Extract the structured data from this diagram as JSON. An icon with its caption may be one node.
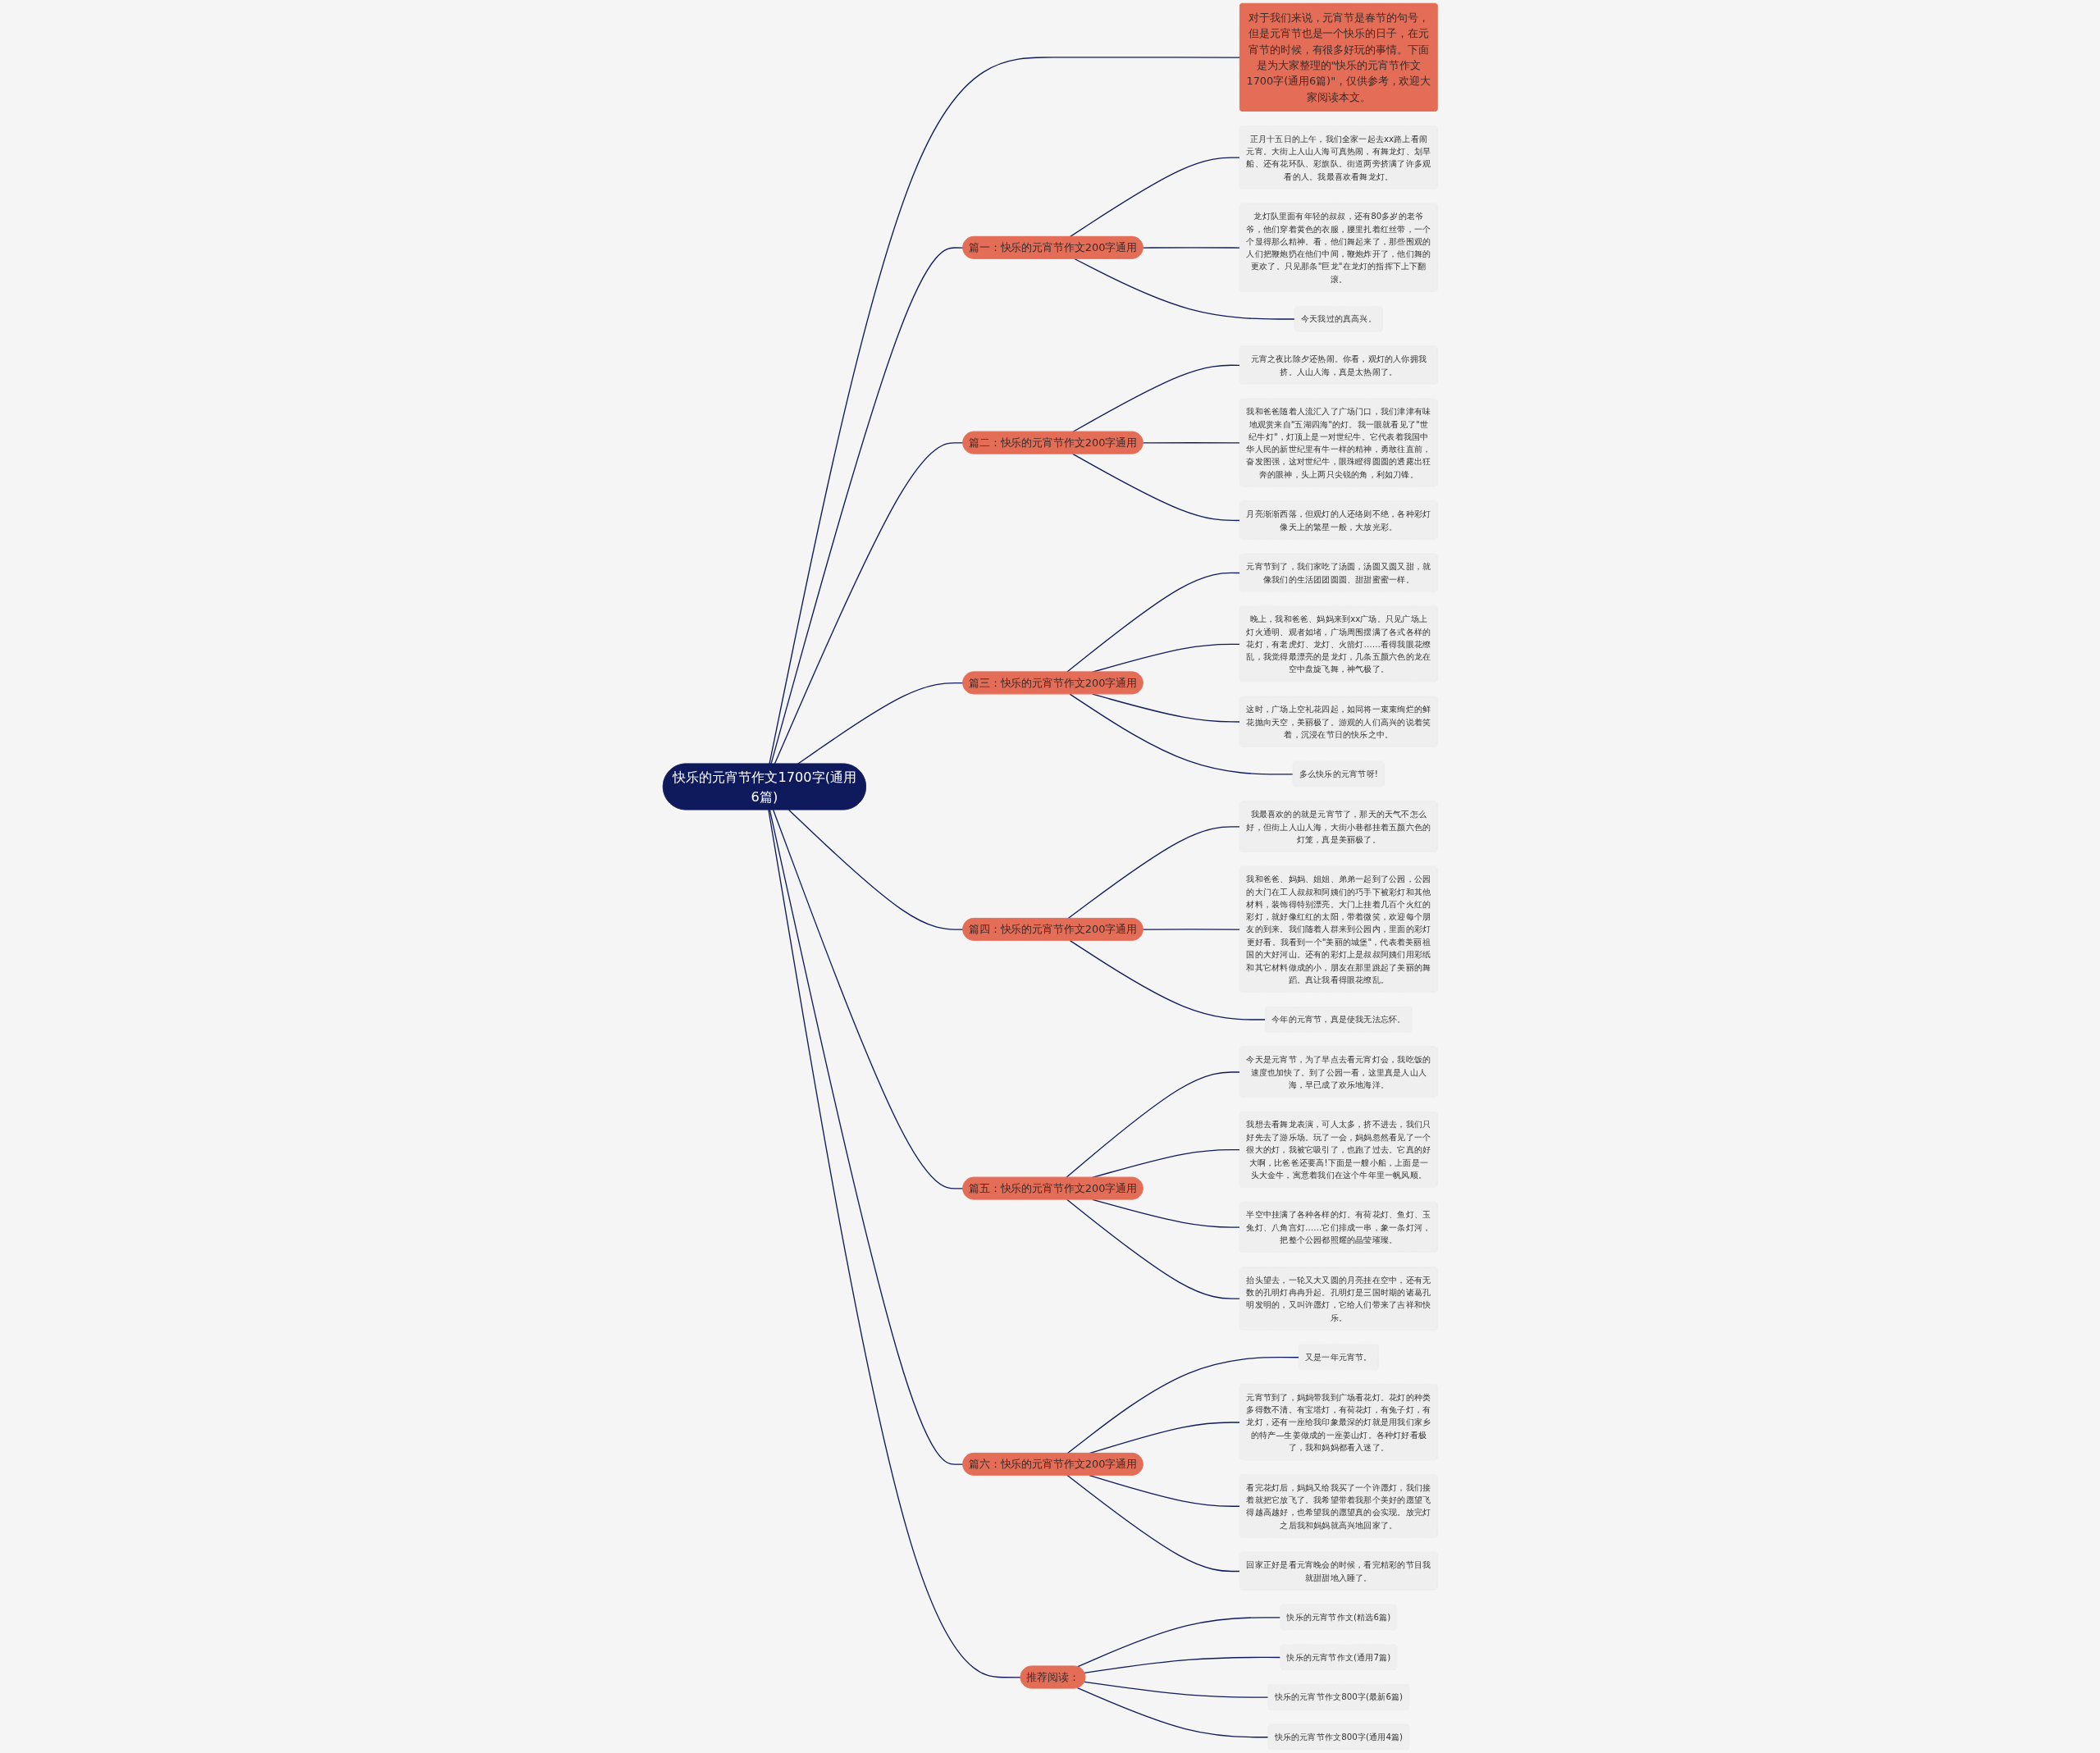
{
  "diagram": {
    "nodes": [
      {
        "text": [
          "快乐的元宵节作文1700字(通用6篇)"
        ]
      },
      {
        "text": [
          "对于我们来说，元宵节是春节的句号，但是元宵节也是一个快乐的日子，在元宵节的时候，有很多好玩的事情。下面是为大家整理的\"快乐的元宵节作文1700字(通用6篇)\"，仅供参考，欢迎大家阅读本文。"
        ]
      },
      {
        "text": [
          "篇一：快乐的元宵节作文200字通用"
        ]
      },
      {
        "text": [
          "正月十五日的上午，我们全家一起去xx路上看闹元宵。大街上人山人海可真热闹，有舞龙灯、划旱船、还有花环队、彩旗队。街道两旁挤满了许多观看的人。我最喜欢看舞龙灯。"
        ]
      },
      {
        "text": [
          "龙灯队里面有年轻的叔叔，还有80多岁的老爷爷，他们穿着黄色的衣服，腰里扎着红丝带，一个个显得那么精神。看，他们舞起来了，那些围观的人们把鞭炮扔在他们中间，鞭炮炸开了，他们舞的更欢了。只见那条\"巨龙\"在龙灯的指挥下上下翻滚。"
        ]
      },
      {
        "text": [
          "今天我过的真高兴。"
        ]
      },
      {
        "text": [
          "篇二：快乐的元宵节作文200字通用"
        ]
      },
      {
        "text": [
          "元宵之夜比除夕还热闹。你看，观灯的人你拥我挤。人山人海，真是太热闹了。"
        ]
      },
      {
        "text": [
          "我和爸爸随着人流汇入了广场门口，我们津津有味地观赏来自\"五湖四海\"的灯。我一眼就看见了\"世纪牛灯\"，灯顶上是一对世纪牛。它代表着我国中华人民的新世纪里有牛一样的精神，勇敢往直前，奋发图强，这对世纪牛，眼珠瞪得圆圆的透露出狂奔的眼神，头上两只尖锐的角，利如刀锋。"
        ]
      },
      {
        "text": [
          "月亮渐渐西落，但观灯的人还络则不绝，各种彩灯像天上的繁星一般，大放光彩。"
        ]
      },
      {
        "text": [
          "篇三：快乐的元宵节作文200字通用"
        ]
      },
      {
        "text": [
          "元宵节到了，我们家吃了汤圆，汤圆又圆又甜，就像我们的生活团团圆圆、甜甜蜜蜜一样。"
        ]
      },
      {
        "text": [
          "晚上，我和爸爸、妈妈来到xx广场。只见广场上灯火通明、观者如堵，广场周围摆满了各式各样的花灯，有老虎灯、龙灯、火箭灯……看得我眼花缭乱，我觉得最漂亮的是龙灯，几条五颜六色的龙在空中盘旋飞舞，神气极了。"
        ]
      },
      {
        "text": [
          "这时，广场上空礼花四起，如同将一束束绚烂的鲜花抛向天空，美丽极了。游观的人们高兴的说着笑着，沉浸在节日的快乐之中。"
        ]
      },
      {
        "text": [
          "多么快乐的元宵节呀!"
        ]
      },
      {
        "text": [
          "篇四：快乐的元宵节作文200字通用"
        ]
      },
      {
        "text": [
          "我最喜欢的的就是元宵节了，那天的天气不怎么好，但街上人山人海，大街小巷都挂着五颜六色的灯笼，真是美丽极了。"
        ]
      },
      {
        "text": [
          "我和爸爸、妈妈、姐姐、弟弟一起到了公园，公园的大门在工人叔叔和阿姨们的巧手下被彩灯和其他材料，装饰得特别漂亮。大门上挂着几百个火红的彩灯，就好像红红的太阳，带着微笑，欢迎每个朋友的到来。我们随着人群来到公园内，里面的彩灯更好看。我看到一个\"美丽的城堡\"，代表着美丽祖国的大好河山。还有的彩灯上是叔叔阿姨们用彩纸和其它材料做成的小，朋友在那里跳起了美丽的舞蹈。真让我看得眼花缭乱。"
        ]
      },
      {
        "text": [
          "今年的元宵节，真是使我无法忘怀。"
        ]
      },
      {
        "text": [
          "篇五：快乐的元宵节作文200字通用"
        ]
      },
      {
        "text": [
          "今天是元宵节，为了早点去看元宵灯会，我吃饭的速度也加快了。到了公园一看，这里真是人山人海，早已成了欢乐地海洋。"
        ]
      },
      {
        "text": [
          "我想去看舞龙表演，可人太多，挤不进去，我们只好先去了游乐场。玩了一会，妈妈忽然看见了一个很大的灯，我被它吸引了，也跑了过去。它真的好大啊，比爸爸还要高!下面是一艘小船，上面是一头大金牛，寓意着我们在这个牛年里一帆风顺。"
        ]
      },
      {
        "text": [
          "半空中挂满了各种各样的灯。有荷花灯、鱼灯、玉兔灯、八角宫灯……它们排成一串，象一条灯河，把整个公园都照耀的晶莹璀璨。"
        ]
      },
      {
        "text": [
          "抬头望去，一轮又大又圆的月亮挂在空中，还有无数的孔明灯冉冉升起。孔明灯是三国时期的诸葛孔明发明的，又叫许愿灯，它给人们带来了吉祥和快乐。"
        ]
      },
      {
        "text": [
          "篇六：快乐的元宵节作文200字通用"
        ]
      },
      {
        "text": [
          "又是一年元宵节。"
        ]
      },
      {
        "text": [
          "元宵节到了，妈妈带我到广场看花灯。花灯的种类多得数不清。有宝塔灯，有荷花灯，有兔子灯，有龙灯，还有一座给我印象最深的灯就是用我们家乡的特产—生姜做成的一座姜山灯。各种灯好看极了，我和妈妈都看入迷了。"
        ]
      },
      {
        "text": [
          "看完花灯后，妈妈又给我买了一个许愿灯，我们接着就把它放飞了。我希望带着我那个美好的愿望飞得越高越好，也希望我的愿望真的会实现。放完灯之后我和妈妈就高兴地回家了。"
        ]
      },
      {
        "text": [
          "回家正好是看元宵晚会的时候，看完精彩的节目我就甜甜地入睡了。"
        ]
      },
      {
        "text": [
          "推荐阅读："
        ]
      },
      {
        "text": [
          "快乐的元宵节作文(精选6篇)"
        ]
      },
      {
        "text": [
          "快乐的元宵节作文(通用7篇)"
        ]
      },
      {
        "text": [
          "快乐的元宵节作文800字(最新6篇)"
        ]
      },
      {
        "text": [
          "快乐的元宵节作文800字(通用4篇)"
        ]
      }
    ],
    "edges": [
      {
        "from": 0,
        "to": 1,
        "arrow": "none"
      },
      {
        "from": 0,
        "to": 2,
        "arrow": "none"
      },
      {
        "from": 2,
        "to": 3,
        "arrow": "none"
      },
      {
        "from": 2,
        "to": 4,
        "arrow": "none"
      },
      {
        "from": 2,
        "to": 5,
        "arrow": "none"
      },
      {
        "from": 0,
        "to": 6,
        "arrow": "none"
      },
      {
        "from": 6,
        "to": 7,
        "arrow": "none"
      },
      {
        "from": 6,
        "to": 8,
        "arrow": "none"
      },
      {
        "from": 6,
        "to": 9,
        "arrow": "none"
      },
      {
        "from": 0,
        "to": 10,
        "arrow": "none"
      },
      {
        "from": 10,
        "to": 11,
        "arrow": "none"
      },
      {
        "from": 10,
        "to": 12,
        "arrow": "none"
      },
      {
        "from": 10,
        "to": 13,
        "arrow": "none"
      },
      {
        "from": 10,
        "to": 14,
        "arrow": "none"
      },
      {
        "from": 0,
        "to": 15,
        "arrow": "none"
      },
      {
        "from": 15,
        "to": 16,
        "arrow": "none"
      },
      {
        "from": 15,
        "to": 17,
        "arrow": "none"
      },
      {
        "from": 15,
        "to": 18,
        "arrow": "none"
      },
      {
        "from": 0,
        "to": 19,
        "arrow": "none"
      },
      {
        "from": 19,
        "to": 20,
        "arrow": "none"
      },
      {
        "from": 19,
        "to": 21,
        "arrow": "none"
      },
      {
        "from": 19,
        "to": 22,
        "arrow": "none"
      },
      {
        "from": 19,
        "to": 23,
        "arrow": "none"
      },
      {
        "from": 0,
        "to": 24,
        "arrow": "none"
      },
      {
        "from": 24,
        "to": 25,
        "arrow": "none"
      },
      {
        "from": 24,
        "to": 26,
        "arrow": "none"
      },
      {
        "from": 24,
        "to": 27,
        "arrow": "none"
      },
      {
        "from": 24,
        "to": 28,
        "arrow": "none"
      },
      {
        "from": 0,
        "to": 29,
        "arrow": "none"
      },
      {
        "from": 29,
        "to": 30,
        "arrow": "none"
      },
      {
        "from": 29,
        "to": 31,
        "arrow": "none"
      },
      {
        "from": 29,
        "to": 32,
        "arrow": "none"
      },
      {
        "from": 29,
        "to": 33,
        "arrow": "none"
      }
    ]
  }
}
